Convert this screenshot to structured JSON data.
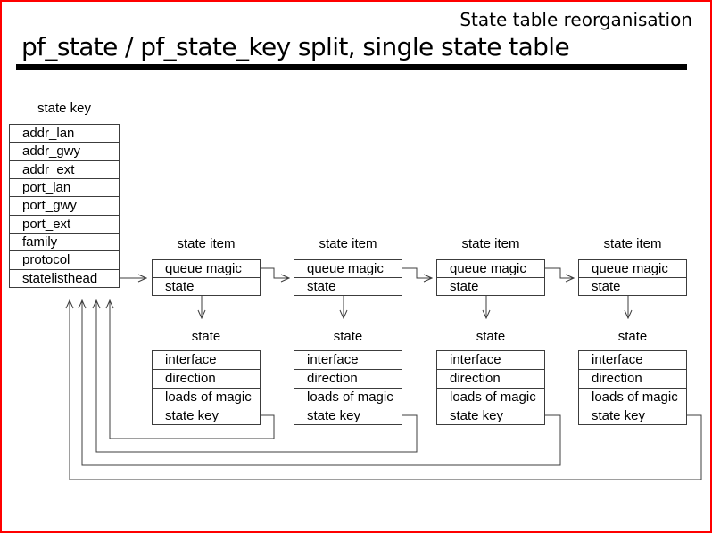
{
  "slide": {
    "header": "State table reorganisation",
    "title": "pf_state / pf_state_key split, single state table"
  },
  "diagram": {
    "state_key": {
      "label": "state key",
      "rows": [
        "addr_lan",
        "addr_gwy",
        "addr_ext",
        "port_lan",
        "port_gwy",
        "port_ext",
        "family",
        "protocol",
        "statelisthead"
      ]
    },
    "state_item": {
      "label": "state item",
      "rows": [
        "queue magic",
        "state"
      ],
      "count": 4
    },
    "state": {
      "label": "state",
      "rows": [
        "interface",
        "direction",
        "loads of magic",
        "state key"
      ],
      "count": 4
    }
  },
  "colors": {
    "frame_border": "#ff0000",
    "diagram_line": "#3c3c3c",
    "text": "#000000",
    "title_rule": "#000000"
  }
}
